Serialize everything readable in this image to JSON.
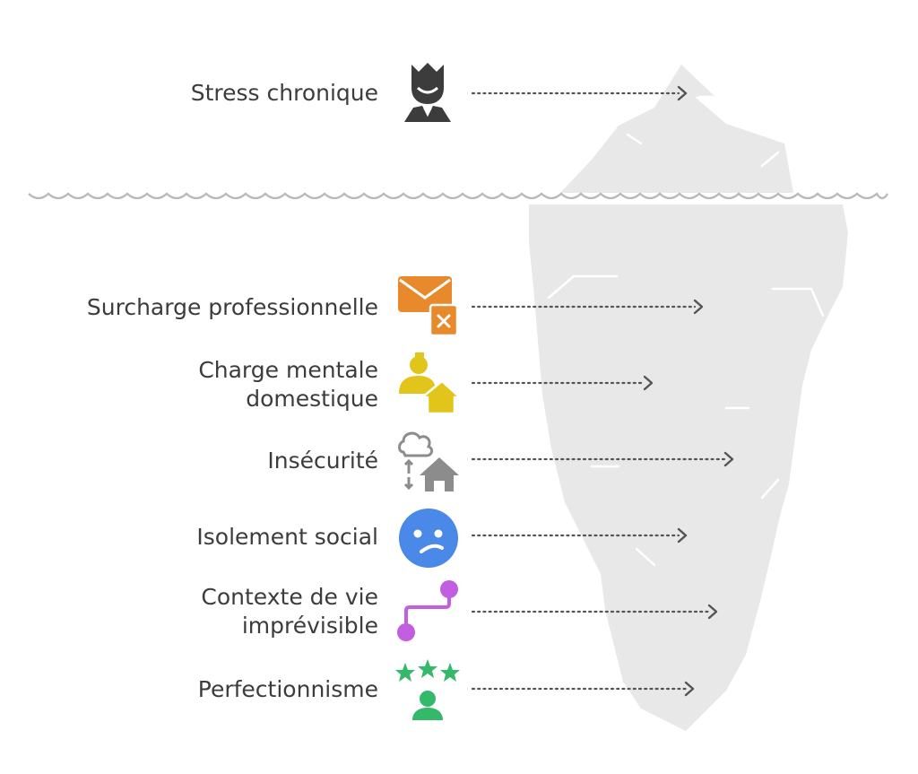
{
  "surface": {
    "label": "Stress chronique",
    "icon": "stressed-person-icon",
    "color": "#3c3c3c"
  },
  "hidden": [
    {
      "label": "Surcharge professionnelle",
      "icon": "mail-overload-icon",
      "color": "#e8892b"
    },
    {
      "label": "Charge mentale\ndomestique",
      "icon": "person-home-icon",
      "color": "#e2c51b"
    },
    {
      "label": "Insécurité",
      "icon": "cloud-home-icon",
      "color": "#8c8c8c"
    },
    {
      "label": "Isolement social",
      "icon": "sad-face-icon",
      "color": "#4a89e8"
    },
    {
      "label": "Contexte de vie\nimprévisible",
      "icon": "winding-path-icon",
      "color": "#c25ee0"
    },
    {
      "label": "Perfectionnisme",
      "icon": "stars-person-icon",
      "color": "#34b86a"
    }
  ],
  "colors": {
    "iceberg": "#e8e8e8",
    "water_line": "#b8b8b8",
    "text": "#3c3c3c",
    "arrow": "#555555"
  }
}
